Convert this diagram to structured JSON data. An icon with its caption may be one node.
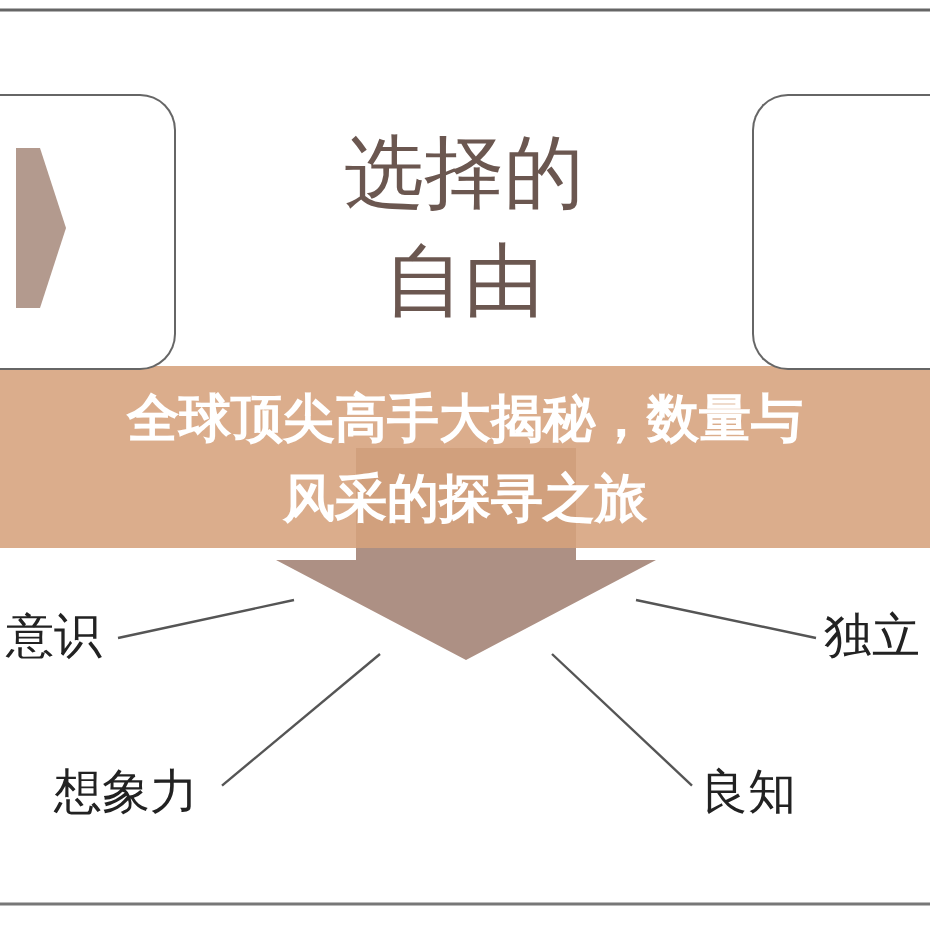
{
  "diagram": {
    "title": "全球顶尖高手大揭秘，数量与风采的探寻之旅",
    "nodes": [
      {
        "text": [],
        "shape": "box"
      },
      {
        "text": [],
        "shape": "chevron",
        "in": 0
      },
      {
        "text": [
          "选择的自由"
        ]
      },
      {
        "text": [],
        "shape": "box"
      },
      {
        "text": [],
        "shape": "arrow"
      },
      {
        "text": [
          "意识"
        ]
      },
      {
        "text": [
          "想象力"
        ]
      },
      {
        "text": [
          "良知"
        ]
      },
      {
        "text": [
          "独立"
        ]
      }
    ],
    "edges": [
      {
        "from": 5,
        "to": 4,
        "arrow": "none"
      },
      {
        "from": 6,
        "to": 4,
        "arrow": "none"
      },
      {
        "from": 7,
        "to": 4,
        "arrow": "none"
      },
      {
        "from": 8,
        "to": 4,
        "arrow": "none"
      }
    ]
  }
}
